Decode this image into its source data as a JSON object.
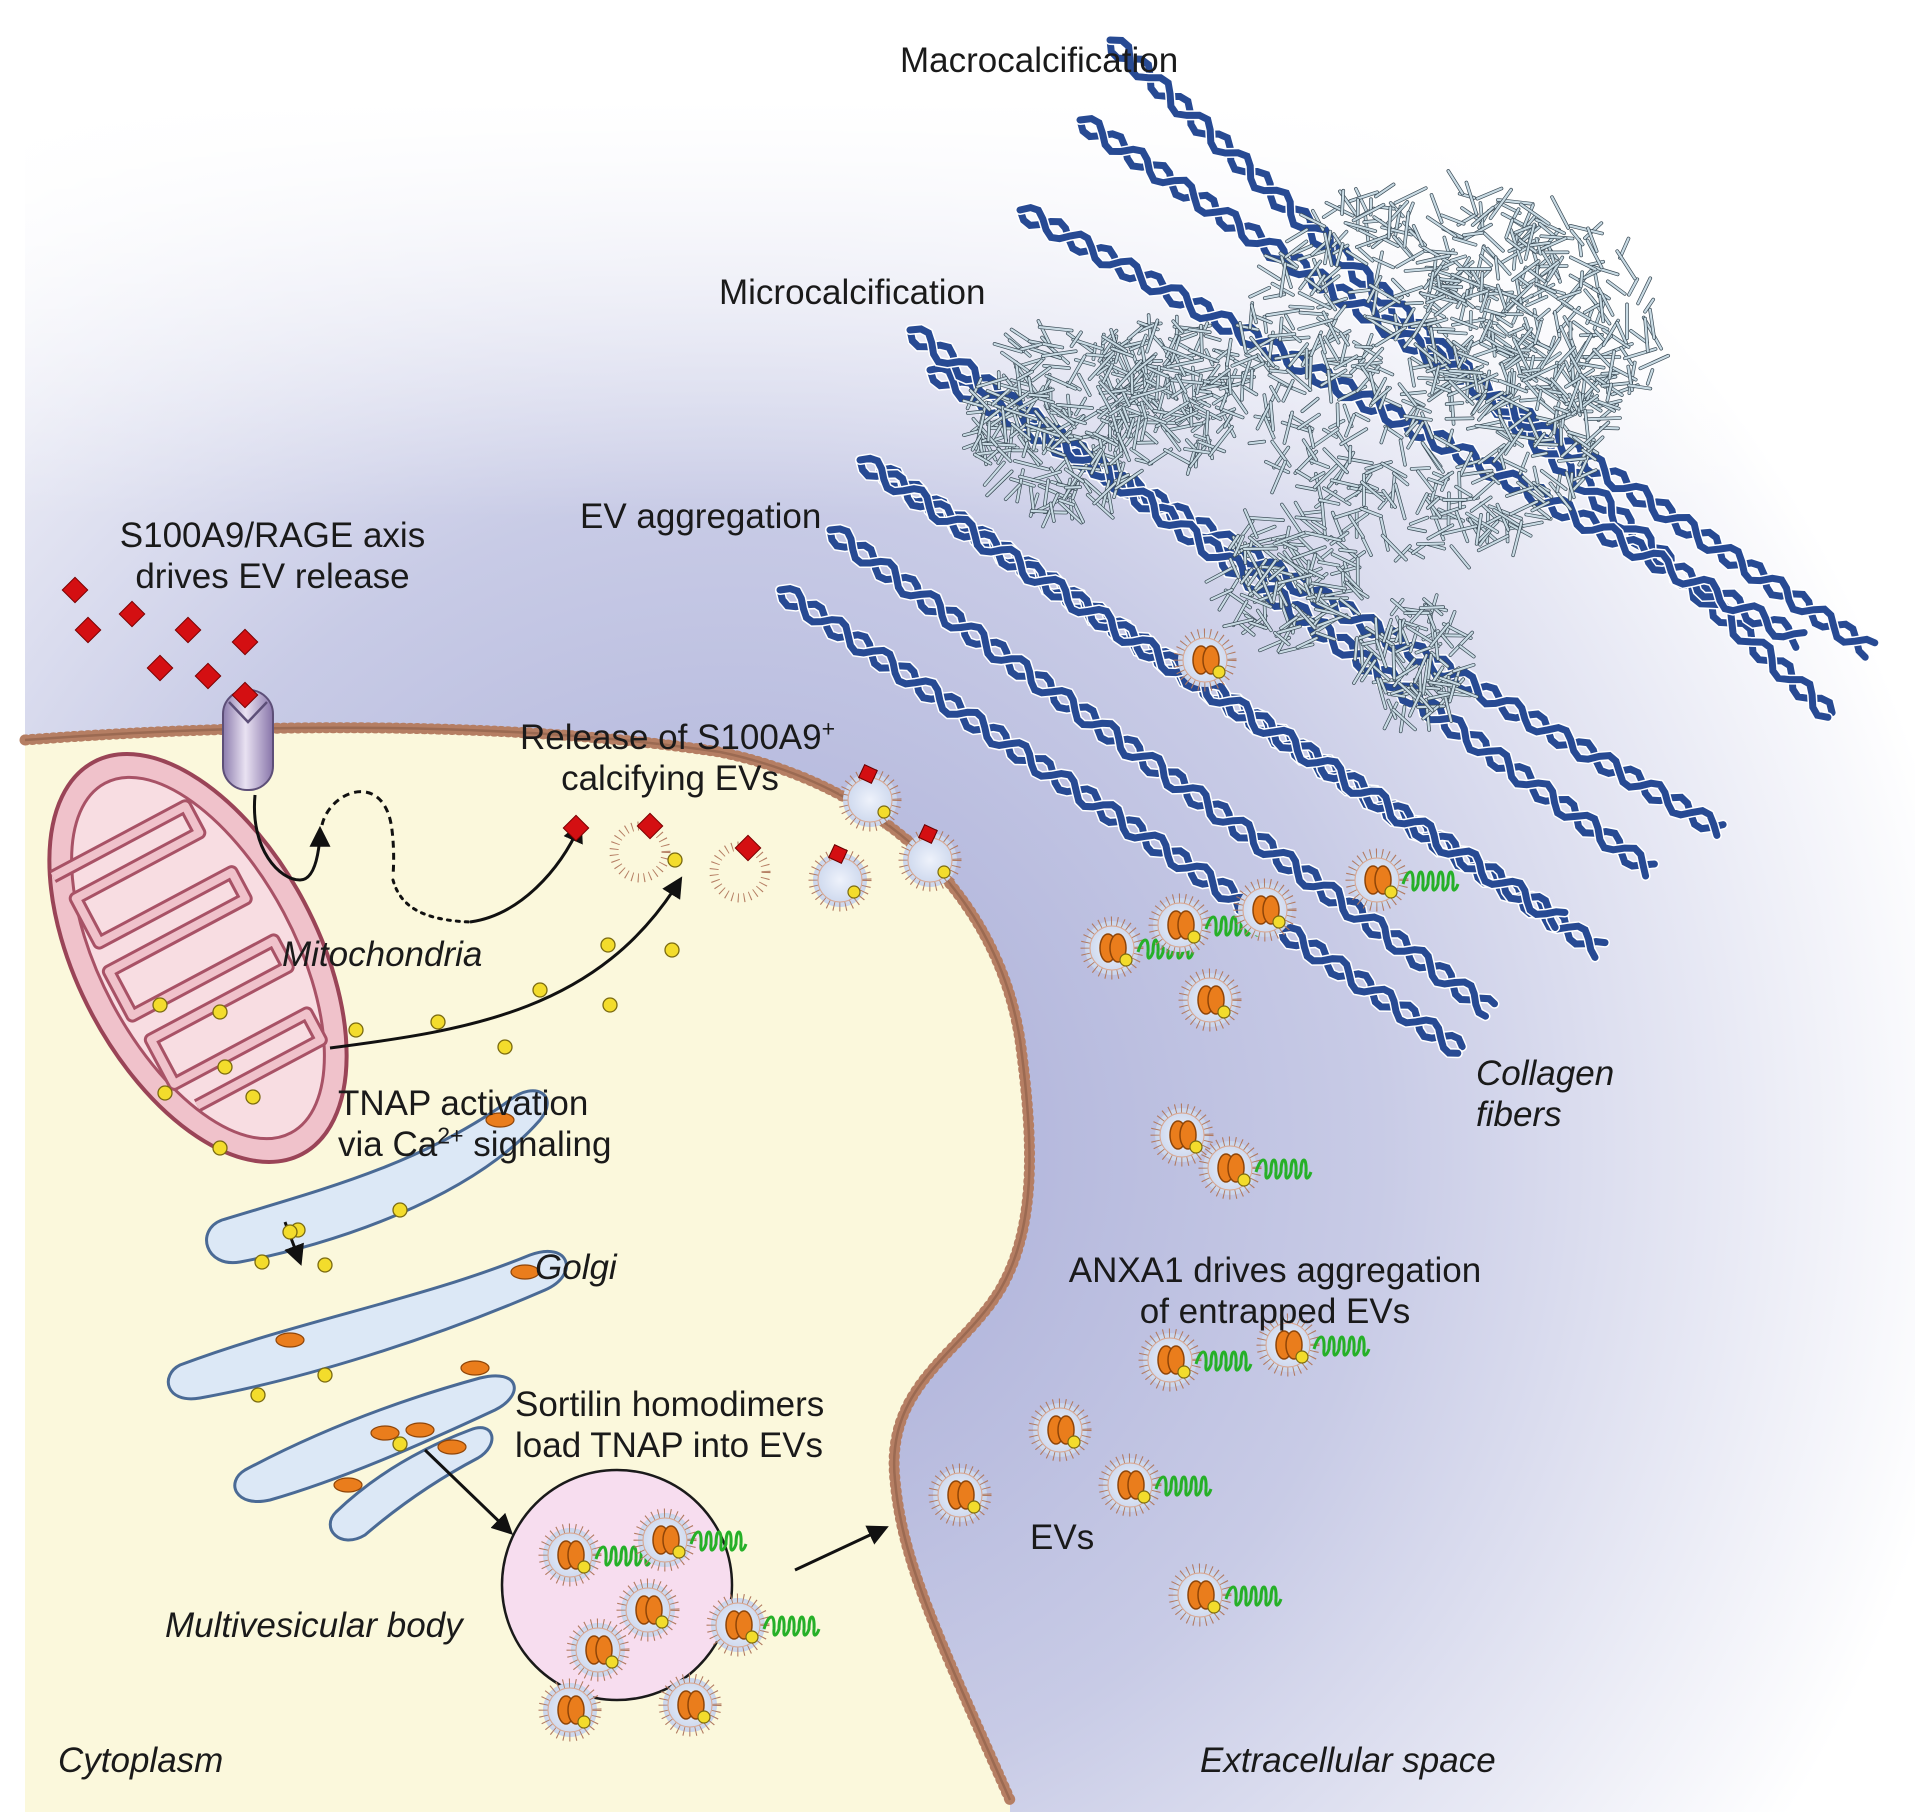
{
  "labels": {
    "macrocalcification": "Macrocalcification",
    "microcalcification": "Microcalcification",
    "ev_aggregation": "EV aggregation",
    "s100a9_line1": "S100A9/RAGE axis",
    "s100a9_line2": "drives EV release",
    "release_prefix": "Release of S100A9",
    "release_sup": "+",
    "release_line2": "calcifying EVs",
    "mitochondria": "Mitochondria",
    "tnap_line1": "TNAP activation",
    "tnap_prefix": "via Ca",
    "tnap_sup": "2+",
    "tnap_suffix": " signaling",
    "golgi": "Golgi",
    "sortilin_line1": "Sortilin homodimers",
    "sortilin_line2": "load TNAP into EVs",
    "multivesicular_body": "Multivesicular body",
    "cytoplasm": "Cytoplasm",
    "extracellular_space": "Extracellular space",
    "collagen_line1": "Collagen",
    "collagen_line2": "fibers",
    "anxa1_line1": "ANXA1 drives aggregation",
    "anxa1_line2": "of entrapped EVs",
    "evs": "EVs"
  },
  "colors": {
    "cytoplasm": "#fbf8dc",
    "extracellular_tint": "#b9bddd",
    "membrane": "#b17a60",
    "mitochondria": "#f3c3cc",
    "mitochondria_edge": "#9c4458",
    "golgi": "#dde9f6",
    "multivesicular_body": "#f7ddee",
    "collagen": "#274a93",
    "crystal": "#c9dbe4",
    "tnap": "#ea7d1c",
    "s100a9": "#d40f12",
    "calcium": "#f3dc2c",
    "anxa1": "#26b028",
    "rage_receptor": "#bcaed2"
  }
}
